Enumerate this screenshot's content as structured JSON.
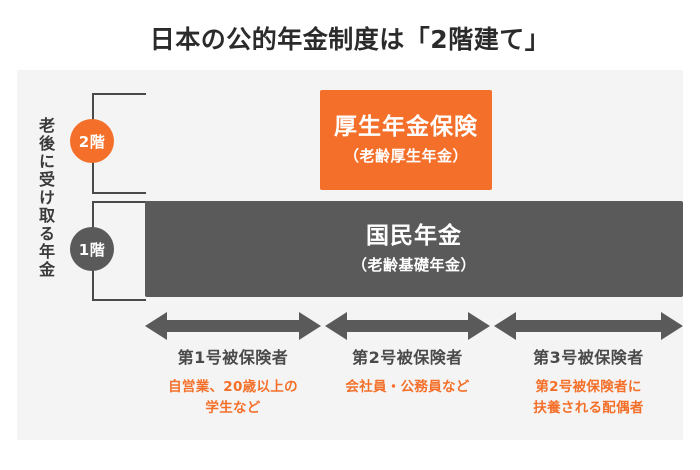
{
  "title": "日本の公的年金制度は「2階建て」",
  "side_label": "老後に受け取る年金",
  "colors": {
    "orange": "#f4702a",
    "dark_gray": "#5a5a5a",
    "panel_bg": "#f4f4f4",
    "title_text": "#2b2b2b",
    "category_title": "#4a4a4a"
  },
  "tiers": [
    {
      "badge": "2階",
      "badge_color": "#f4702a",
      "box_main": "厚生年金保険",
      "box_sub": "（老齢厚生年金）",
      "box_color": "#f4702a"
    },
    {
      "badge": "1階",
      "badge_color": "#5a5a5a",
      "box_main": "国民年金",
      "box_sub": "（老齢基礎年金）",
      "box_color": "#5a5a5a"
    }
  ],
  "categories": [
    {
      "title": "第1号被保険者",
      "desc": "自営業、20歳以上の\n学生など"
    },
    {
      "title": "第2号被保険者",
      "desc": "会社員・公務員など"
    },
    {
      "title": "第3号被保険者",
      "desc": "第2号被保険者に\n扶養される配偶者"
    }
  ]
}
